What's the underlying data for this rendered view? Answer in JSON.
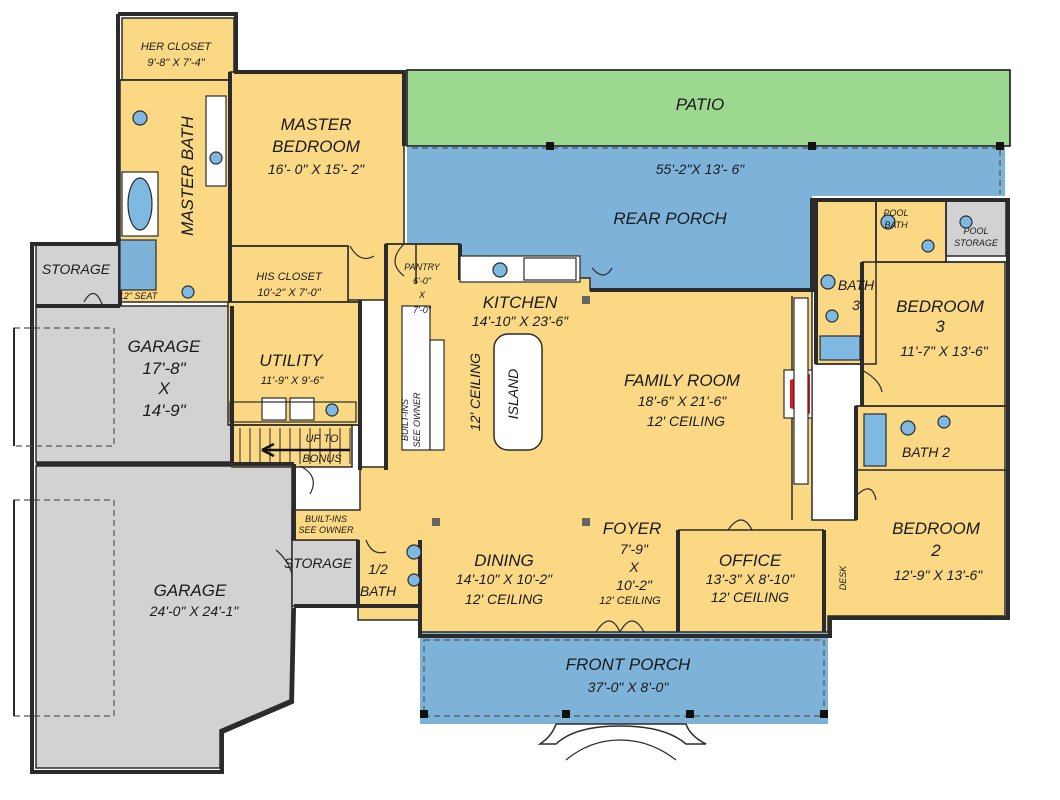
{
  "colors": {
    "living": "#fbd984",
    "porch": "#7db3d9",
    "patio": "#9dd890",
    "garage": "#d2d2d2",
    "wall": "#2b2b2b",
    "fireplace": "#e0141c"
  },
  "rooms": {
    "her_closet": {
      "name": "HER CLOSET",
      "size": "9'-8\" X 7'-4\""
    },
    "master_bath": {
      "name": "MASTER BATH"
    },
    "master_bedroom": {
      "name1": "MASTER",
      "name2": "BEDROOM",
      "size": "16'- 0\" X 15'- 2\""
    },
    "patio": {
      "name": "PATIO"
    },
    "rear_porch": {
      "size": "55'-2\"X 13'- 6\"",
      "name": "REAR PORCH"
    },
    "pool_bath": {
      "name1": "POOL",
      "name2": "BATH"
    },
    "pool_storage": {
      "name1": "POOL",
      "name2": "STORAGE"
    },
    "storage_top": {
      "name": "STORAGE"
    },
    "seat": {
      "name": "12\" SEAT"
    },
    "his_closet": {
      "name": "HIS CLOSET",
      "size": "10'-2\" X 7'-0\""
    },
    "pantry": {
      "name": "PANTRY",
      "dim1": "6'-0\"",
      "x": "X",
      "dim2": "7'-0\""
    },
    "kitchen": {
      "name": "KITCHEN",
      "size": "14'-10\" X 23'-6\""
    },
    "bath3": {
      "name": "BATH",
      "num": "3"
    },
    "bedroom3": {
      "name": "BEDROOM",
      "num": "3",
      "size": "11'-7\" X 13'-6\""
    },
    "garage_small": {
      "name": "GARAGE",
      "dim1": "17'-8\"",
      "x": "X",
      "dim2": "14'-9\""
    },
    "utility": {
      "name": "UTILITY",
      "size": "11'-9\" X 9'-6\""
    },
    "builtins_v": {
      "line1": "BUILT-INS",
      "line2": "SEE OWNER"
    },
    "ceiling_v": {
      "text": "12' CEILING"
    },
    "island": {
      "name": "ISLAND"
    },
    "family_room": {
      "name": "FAMILY ROOM",
      "size": "18'-6\" X 21'-6\"",
      "ceiling": "12' CEILING"
    },
    "stairs": {
      "line1": "UP TO",
      "line2": "BONUS"
    },
    "bath2": {
      "name": "BATH 2"
    },
    "builtins_h": {
      "line1": "BUILT-INS",
      "line2": "SEE OWNER"
    },
    "storage_bottom": {
      "name": "STORAGE"
    },
    "half_bath": {
      "name1": "1/2",
      "name2": "BATH"
    },
    "dining": {
      "name": "DINING",
      "size": "14'-10\" X 10'-2\"",
      "ceiling": "12' CEILING"
    },
    "foyer": {
      "name": "FOYER",
      "dim1": "7'-9\"",
      "x": "X",
      "dim2": "10'-2\"",
      "ceiling": "12' CEILING"
    },
    "office": {
      "name": "OFFICE",
      "size": "13'-3\" X 8'-10\"",
      "ceiling": "12' CEILING"
    },
    "desk": {
      "name": "DESK"
    },
    "bedroom2": {
      "name": "BEDROOM",
      "num": "2",
      "size": "12'-9\" X 13'-6\""
    },
    "garage_large": {
      "name": "GARAGE",
      "size": "24'-0\" X 24'-1\""
    },
    "front_porch": {
      "name": "FRONT PORCH",
      "size": "37'-0\" X 8'-0\""
    }
  }
}
